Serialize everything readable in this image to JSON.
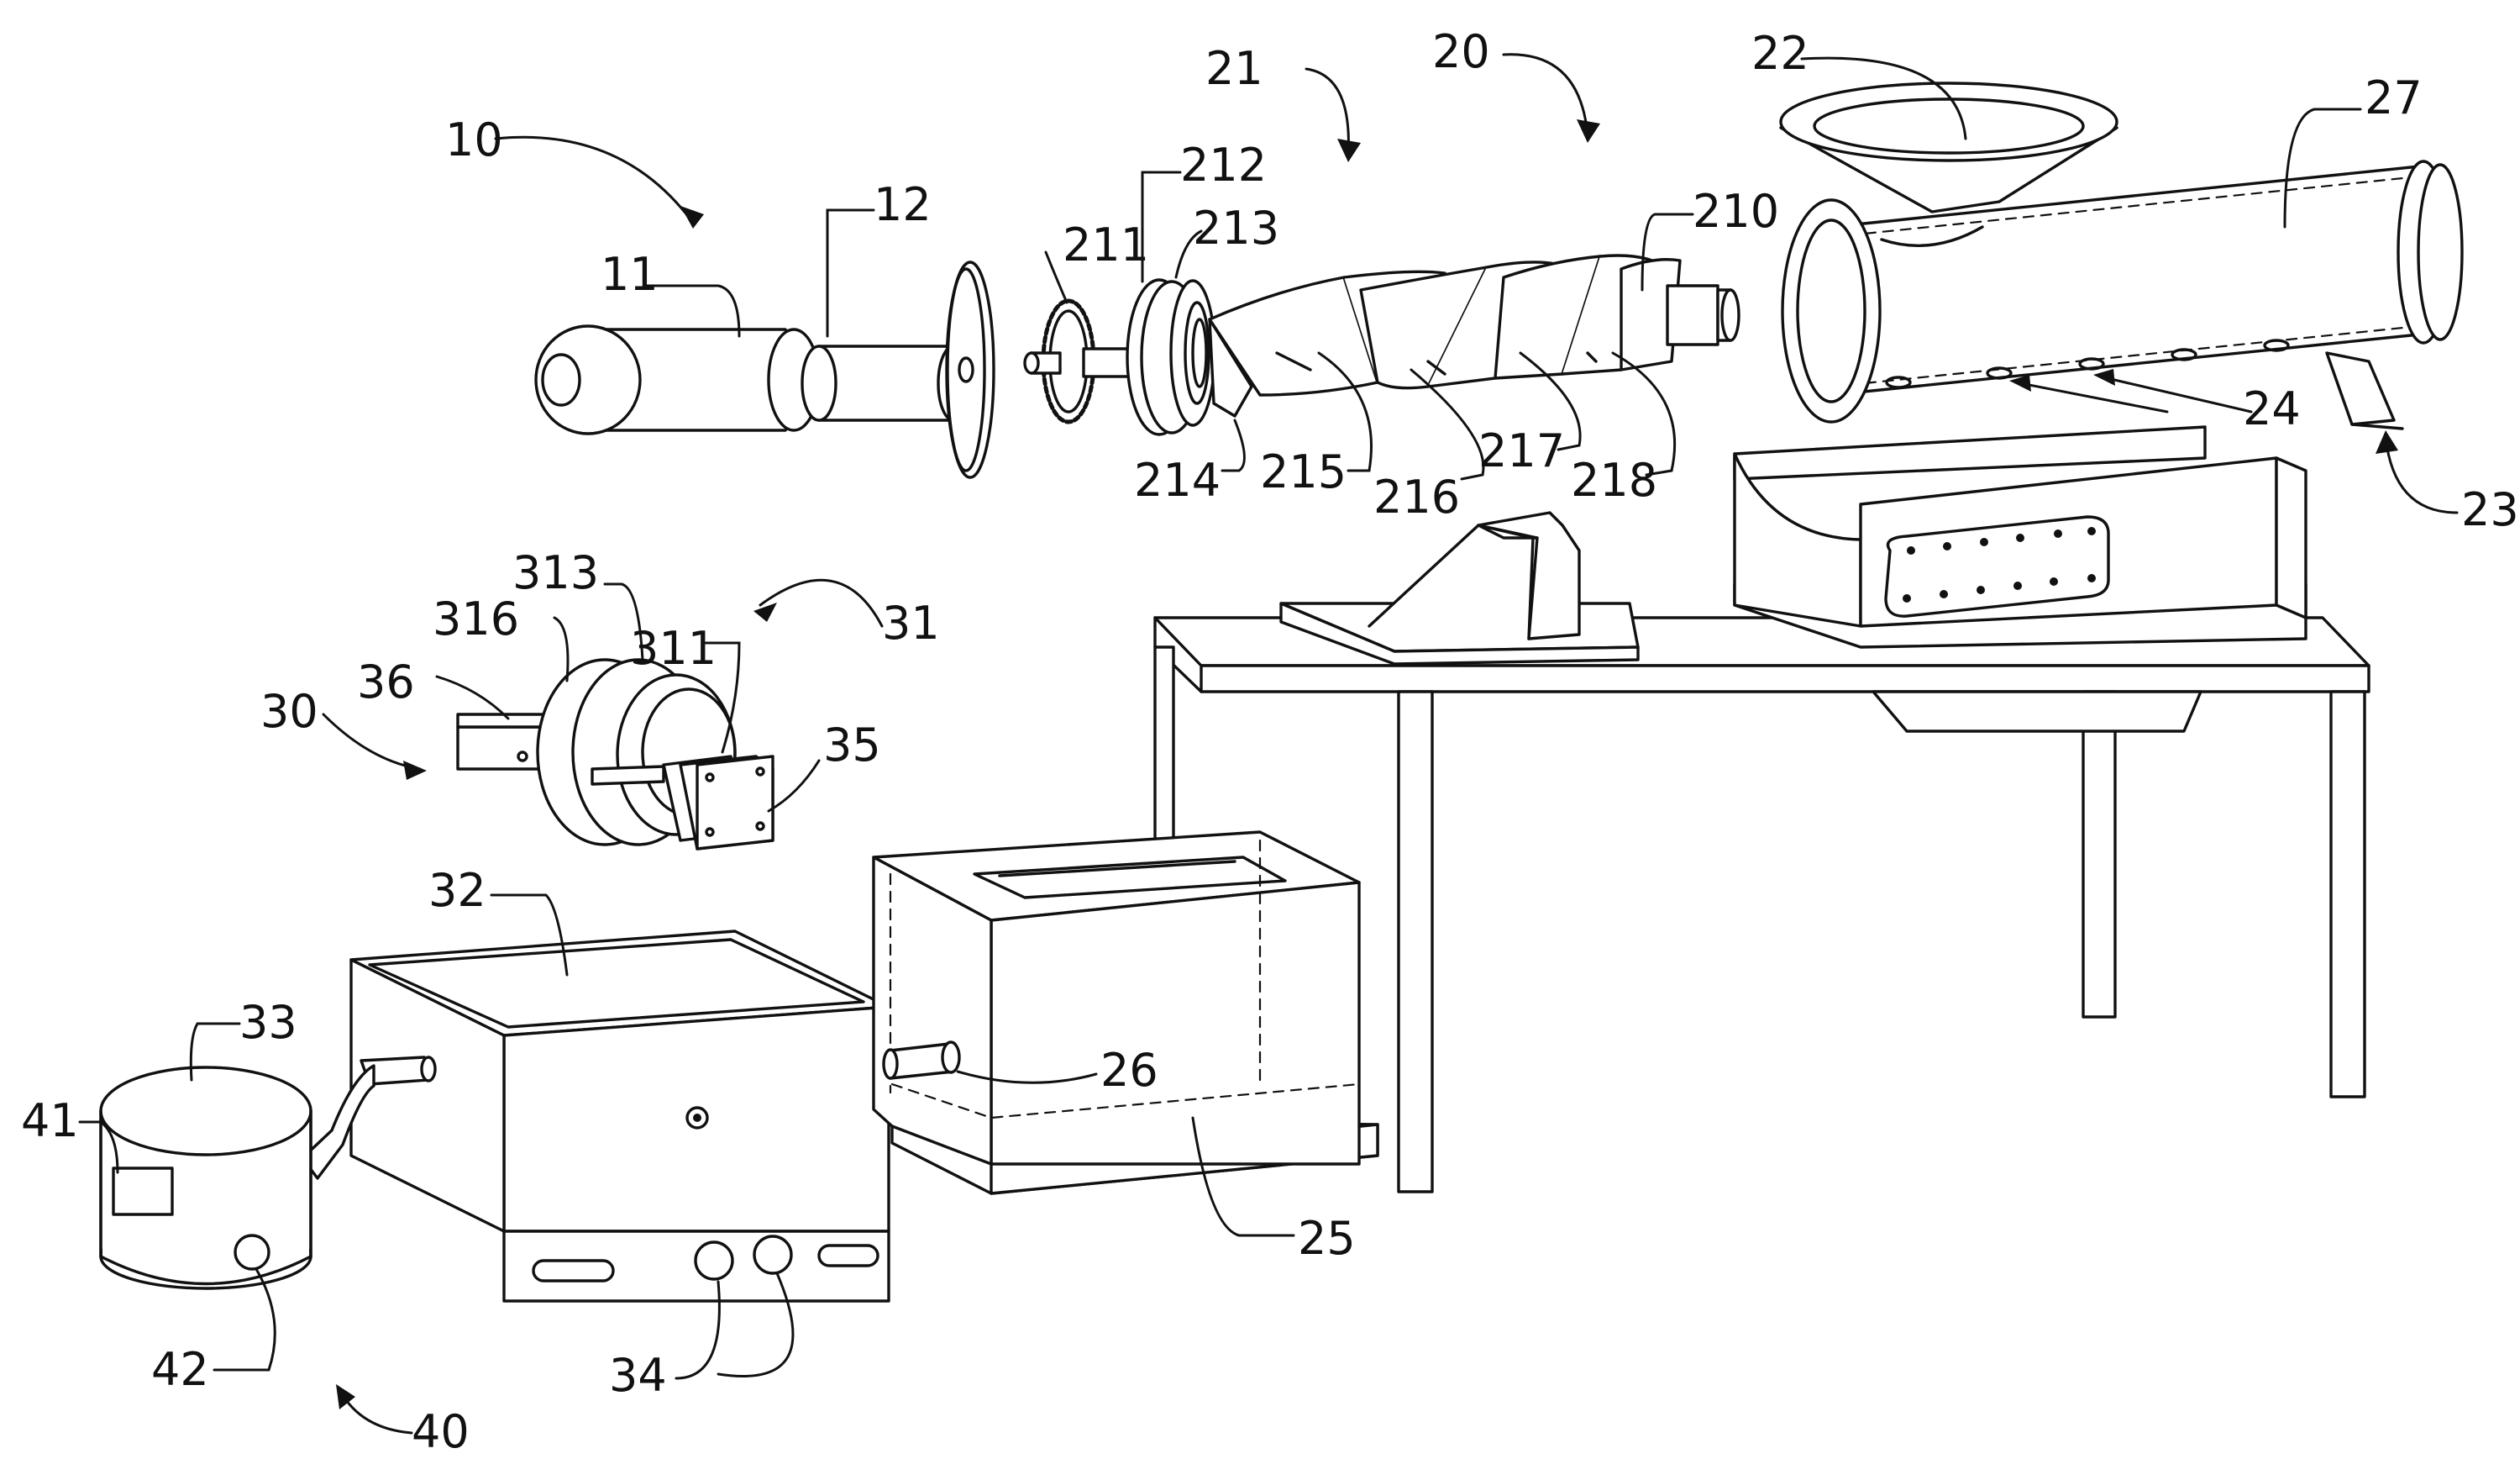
{
  "labels": {
    "l10": "10",
    "l11": "11",
    "l12": "12",
    "l20": "20",
    "l21": "21",
    "l22": "22",
    "l23": "23",
    "l24": "24",
    "l25": "25",
    "l26": "26",
    "l27": "27",
    "l210": "210",
    "l211": "211",
    "l212": "212",
    "l213": "213",
    "l214": "214",
    "l215": "215",
    "l216": "216",
    "l217": "217",
    "l218": "218",
    "l30": "30",
    "l31": "31",
    "l32": "32",
    "l33": "33",
    "l34": "34",
    "l35": "35",
    "l36": "36",
    "l311": "311",
    "l313": "313",
    "l316": "316",
    "l40": "40",
    "l41": "41",
    "l42": "42"
  }
}
